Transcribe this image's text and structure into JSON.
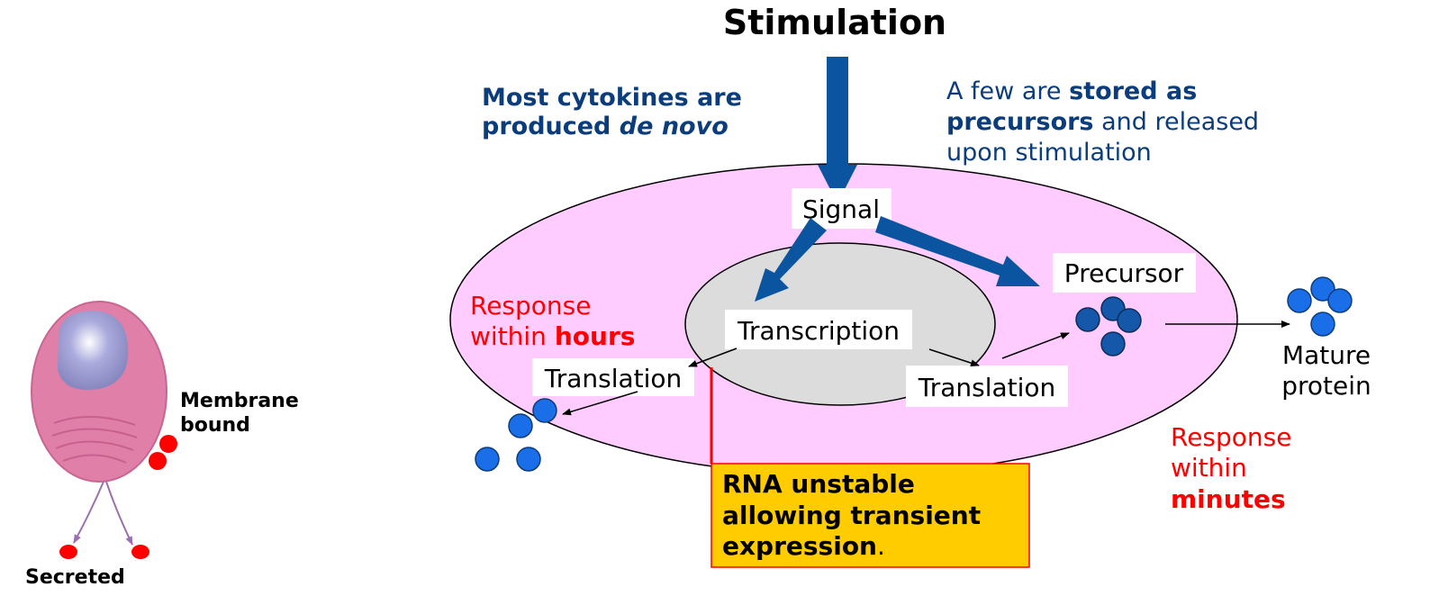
{
  "title": "Stimulation",
  "de_novo_note": {
    "line1": "Most cytokines are",
    "line2_prefix": "produced ",
    "line2_em": "de novo"
  },
  "stored_note": {
    "line1_prefix": "A few are ",
    "line1_bold": "stored as",
    "line2_bold": "precursors",
    "line2_suffix": " and released",
    "line3": "upon stimulation"
  },
  "signal_label": "Signal",
  "transcription_label": "Transcription",
  "translation_left_label": "Translation",
  "translation_right_label": "Translation",
  "precursor_label": "Precursor",
  "mature_protein": {
    "line1": "Mature",
    "line2": "protein"
  },
  "response_hours": {
    "line1": "Response",
    "line2_prefix": "within ",
    "line2_bold": "hours"
  },
  "response_minutes": {
    "line1": "Response",
    "line2": "within",
    "line3": "minutes"
  },
  "rna_note": {
    "line1": "RNA unstable",
    "line2": "allowing transient",
    "line3_bold": "expression",
    "line3_suffix": "."
  },
  "cell_labels": {
    "membrane_line1": "Membrane",
    "membrane_line2": "bound",
    "secreted": "Secreted"
  },
  "colors": {
    "cell_pink": "#ffccff",
    "nucleus_grey": "#dcdcdc",
    "arrow_blue": "#0b55a0",
    "dark_blue_text": "#0b3d7c",
    "protein_blue_light": "#1a6ee8",
    "protein_blue_dark": "#1557a8",
    "response_red": "#ff0000",
    "rna_box_fill": "#ffcc00",
    "rna_box_border": "#ff0000"
  }
}
